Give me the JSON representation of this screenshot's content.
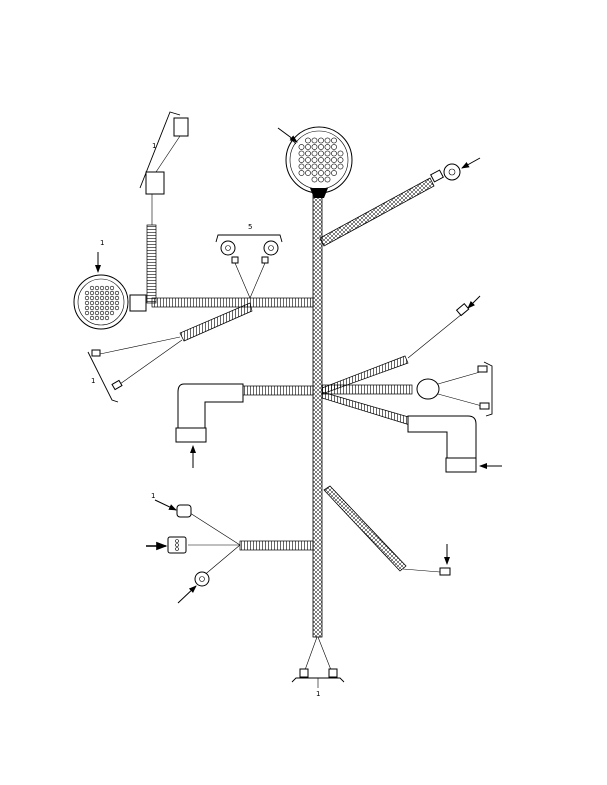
{
  "callouts": {
    "top_left_bracket": "1",
    "top_center_bracket": "5",
    "left_connector": "1",
    "left_small_bracket": "1",
    "mid_left_small": "1",
    "bottom_bracket": "1"
  },
  "colors": {
    "line": "#000000",
    "background": "#ffffff"
  }
}
